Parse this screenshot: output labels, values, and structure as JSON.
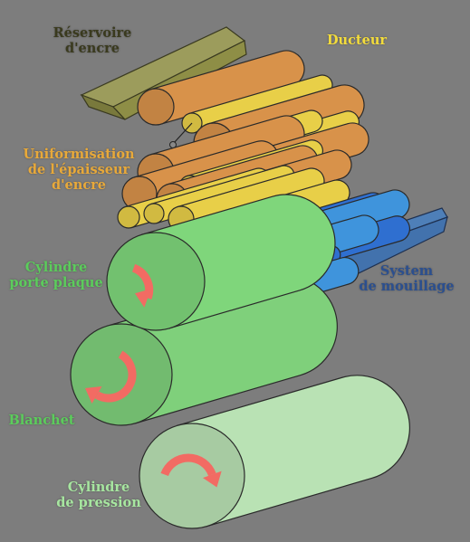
{
  "labels": {
    "ink_reservoir": [
      "Réservoire",
      "d'encre"
    ],
    "ductor": [
      "Ducteur"
    ],
    "ink_uniformisation": [
      "Uniformisation",
      "de l'épaisseur",
      "d'encre"
    ],
    "plate_cylinder": [
      "Cylindre",
      "porte plaque"
    ],
    "dampening_system": [
      "System",
      "de mouillage"
    ],
    "blanket": [
      "Blanchet"
    ],
    "impression_cylinder": [
      "Cylindre",
      "de pression"
    ]
  },
  "colors": {
    "background": "#7d7d7d",
    "label_dark": "#3a3a1e",
    "label_yellow": "#f3dc3c",
    "label_orange": "#e8a93a",
    "label_green": "#5ccc5c",
    "label_lightgreen": "#a7e6a0",
    "label_blue": "#2b4f8f",
    "reservoir": "#8e8e46",
    "ink_roller_orange": "#d8924a",
    "ink_roller_yellow": "#e8cf48",
    "dampening_blue": "#2f6fd0",
    "dampening_lightblue": "#3f94dc",
    "plate_cylinder": "#7fd67b",
    "blanket_cylinder": "#7fd07b",
    "impression_cylinder": "#b9e2b4",
    "rotation_arrow": "#f26b63"
  },
  "icons": [
    "rotation-arrow-icon"
  ]
}
